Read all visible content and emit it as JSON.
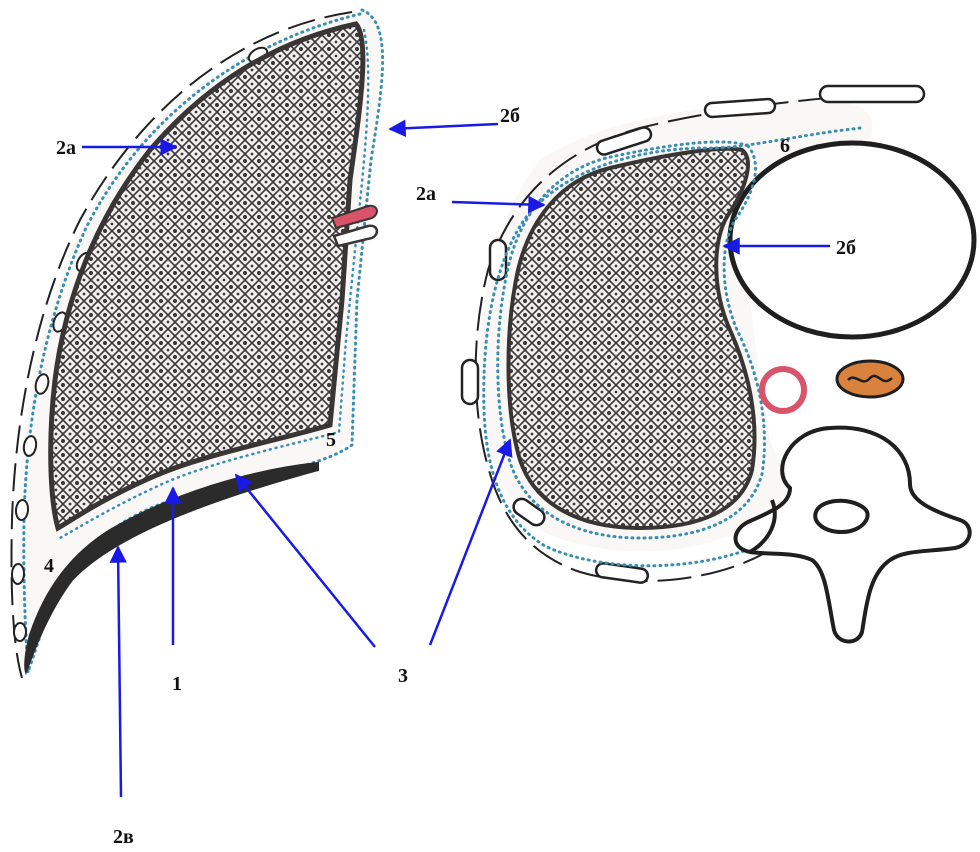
{
  "labels": {
    "left_2a": "2а",
    "left_2b": "2б",
    "left_5": "5",
    "left_4": "4",
    "left_1": "1",
    "label_3": "3",
    "left_2v": "2в",
    "right_2a": "2а",
    "right_6": "6",
    "right_2b": "2б"
  },
  "colors": {
    "arrow": "#1a1ae6",
    "lung_outline": "#3a3535",
    "lung_fill": "#8d8889",
    "pleura_dots": "#3a8fb0",
    "artery": "#d9536b",
    "esophagus": "#d9823e",
    "diaphragm": "#2b2b2b",
    "bone": "#222222"
  }
}
